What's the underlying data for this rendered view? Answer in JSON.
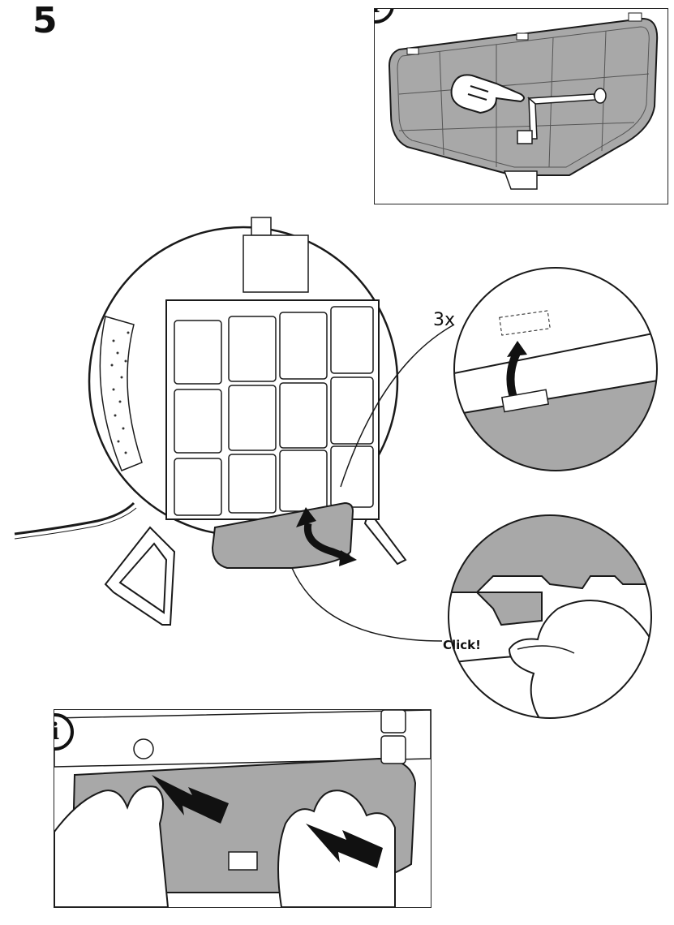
{
  "step": {
    "number": "5"
  },
  "info_icons": {
    "glyph": "i"
  },
  "callouts": {
    "repeat_count": "3x",
    "click_label": "Click!"
  },
  "colors": {
    "filter_panel": "#a8a8a8",
    "line": "#1a1a1a",
    "arrow": "#111111"
  }
}
